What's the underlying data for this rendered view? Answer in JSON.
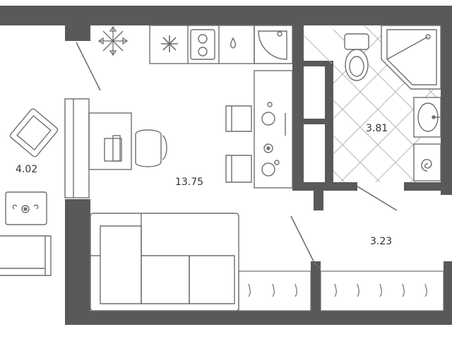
{
  "rooms": {
    "main_area": "13.75",
    "bathroom_area": "3.81",
    "hall_area": "3.23",
    "balcony_area": "4.02"
  },
  "colors": {
    "wall": "#58595b",
    "line": "#6d6e71",
    "background": "#ffffff"
  }
}
